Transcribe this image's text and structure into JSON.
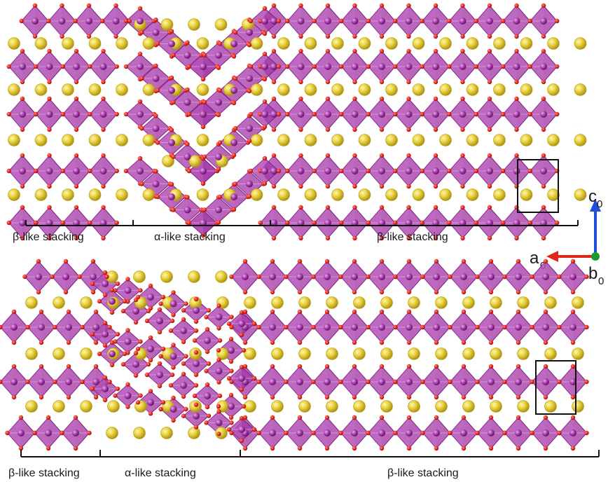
{
  "panels": [
    {
      "regions": [
        {
          "label": "β-like stacking"
        },
        {
          "label": "α-like stacking"
        },
        {
          "label": "β-like stacking"
        }
      ]
    },
    {
      "regions": [
        {
          "label": "β-like stacking"
        },
        {
          "label": "α-like stacking"
        },
        {
          "label": "β-like stacking"
        }
      ]
    }
  ],
  "axes": {
    "c": {
      "letter": "c",
      "subscript": "0"
    },
    "a": {
      "letter": "a",
      "subscript": "0"
    },
    "b": {
      "letter": "b",
      "subscript": "0"
    }
  },
  "colors": {
    "polyhedron": "#a43aa6",
    "polyhedron_edge": "#7a1f80",
    "oxygen": "#e0251b",
    "cation": "#e8d23f",
    "cation_edge": "#b89a12",
    "axis_c": "#1f4ed8",
    "axis_a": "#e0251b",
    "axis_b": "#1c9a2b",
    "unit_cell": "#111111"
  }
}
